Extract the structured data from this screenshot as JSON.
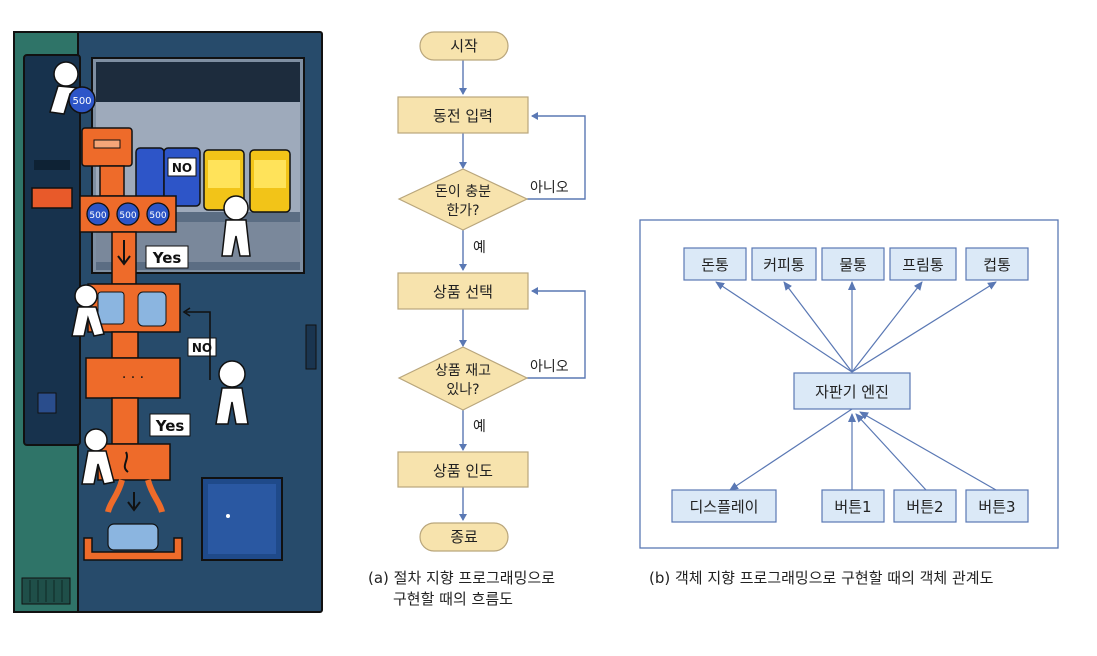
{
  "illustration": {
    "coin_label": "500",
    "can_no_label": "NO",
    "yes_label_1": "Yes",
    "no_label": "NO",
    "yes_label_2": "Yes"
  },
  "flowchart": {
    "start": "시작",
    "coin_input": "동전 입력",
    "decision_money": [
      "돈이 충분",
      "한가?"
    ],
    "no_1": "아니오",
    "yes_1": "예",
    "select_product": "상품 선택",
    "decision_stock": [
      "상품 재고",
      "있나?"
    ],
    "no_2": "아니오",
    "yes_2": "예",
    "deliver": "상품 인도",
    "end": "종료",
    "caption_line1": "(a) 절차 지향 프로그래밍으로",
    "caption_line2": "구현할 때의 흐름도"
  },
  "object_diagram": {
    "top_boxes": [
      "돈통",
      "커피통",
      "물통",
      "프림통",
      "컵통"
    ],
    "engine": "자판기 엔진",
    "display": "디스플레이",
    "buttons": [
      "버튼1",
      "버튼2",
      "버튼3"
    ],
    "caption": "(b) 객체 지향 프로그래밍으로 구현할 때의 객체 관계도"
  },
  "colors": {
    "flow_box_fill": "#f7e3ad",
    "flow_box_stroke": "#b9a67c",
    "obj_box_fill": "#dbe9f7",
    "obj_box_stroke": "#5a78b4",
    "arrow": "#5a78b4",
    "machine_body": "#274b6b",
    "machine_side": "#2f7468",
    "orange": "#ee6b2a"
  }
}
